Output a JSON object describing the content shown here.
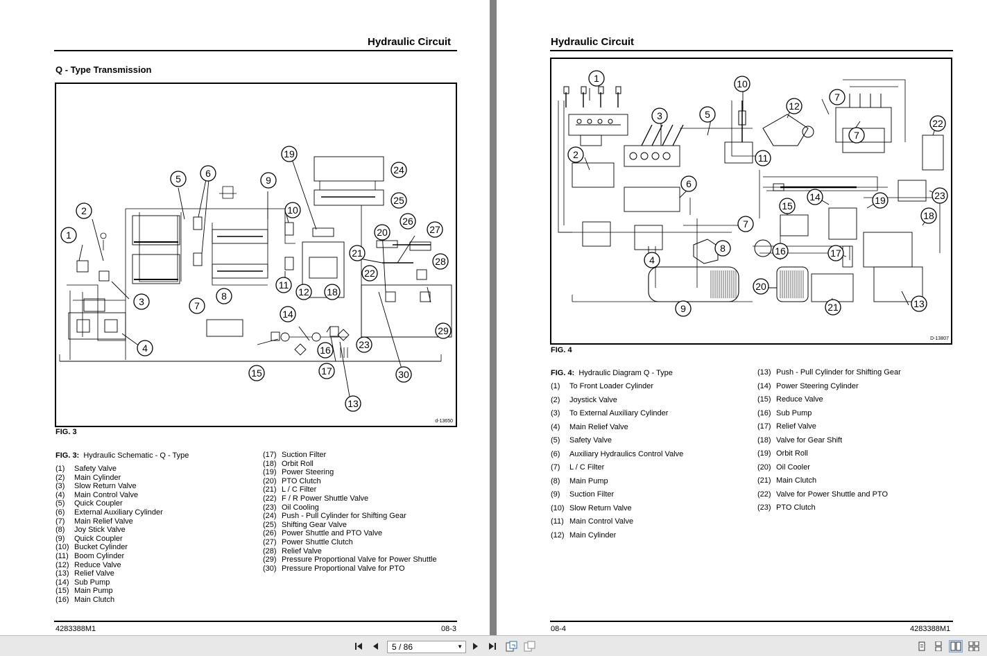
{
  "left_page": {
    "header": "Hydraulic Circuit",
    "subtitle": "Q - Type Transmission",
    "fig_label": "FIG. 3",
    "drawing_ref": "d-13650",
    "caption_label": "FIG. 3:",
    "caption_text": "Hydraulic Schematic - Q - Type",
    "callouts": [
      "1",
      "2",
      "3",
      "4",
      "5",
      "6",
      "7",
      "8",
      "9",
      "10",
      "11",
      "12",
      "13",
      "14",
      "15",
      "16",
      "17",
      "18",
      "19",
      "20",
      "21",
      "22",
      "23",
      "24",
      "25",
      "26",
      "27",
      "28",
      "29",
      "30"
    ],
    "items_col1": [
      {
        "n": "(1)",
        "t": "Safety Valve"
      },
      {
        "n": "(2)",
        "t": "Main Cylinder"
      },
      {
        "n": "(3)",
        "t": "Slow Return Valve"
      },
      {
        "n": "(4)",
        "t": "Main Control Valve"
      },
      {
        "n": "(5)",
        "t": "Quick Coupler"
      },
      {
        "n": "(6)",
        "t": "External Auxiliary Cylinder"
      },
      {
        "n": "(7)",
        "t": "Main Relief Valve"
      },
      {
        "n": "(8)",
        "t": "Joy Stick Valve"
      },
      {
        "n": "(9)",
        "t": "Quick Coupler"
      },
      {
        "n": "(10)",
        "t": "Bucket Cylinder"
      },
      {
        "n": "(11)",
        "t": "Boom Cylinder"
      },
      {
        "n": "(12)",
        "t": "Reduce Valve"
      },
      {
        "n": "(13)",
        "t": "Relief Valve"
      },
      {
        "n": "(14)",
        "t": "Sub Pump"
      },
      {
        "n": "(15)",
        "t": "Main Pump"
      },
      {
        "n": "(16)",
        "t": "Main Clutch"
      }
    ],
    "items_col2": [
      {
        "n": "(17)",
        "t": "Suction Filter"
      },
      {
        "n": "(18)",
        "t": "Orbit Roll"
      },
      {
        "n": "(19)",
        "t": "Power Steering"
      },
      {
        "n": "(20)",
        "t": "PTO Clutch"
      },
      {
        "n": "(21)",
        "t": "L / C Filter"
      },
      {
        "n": "(22)",
        "t": "F / R Power Shuttle Valve"
      },
      {
        "n": "(23)",
        "t": "Oil Cooling"
      },
      {
        "n": "(24)",
        "t": "Push - Pull Cylinder for Shifting Gear"
      },
      {
        "n": "(25)",
        "t": "Shifting Gear Valve"
      },
      {
        "n": "(26)",
        "t": "Power Shuttle and PTO Valve"
      },
      {
        "n": "(27)",
        "t": "Power Shuttle Clutch"
      },
      {
        "n": "(28)",
        "t": "Relief Valve"
      },
      {
        "n": "(29)",
        "t": "Pressure Proportional Valve for Power Shuttle"
      },
      {
        "n": "(30)",
        "t": "Pressure Proportional Valve for PTO"
      }
    ],
    "footer_left": "4283388M1",
    "footer_right": "08-3"
  },
  "right_page": {
    "header": "Hydraulic Circuit",
    "fig_label": "FIG. 4",
    "drawing_ref": "D-13807",
    "caption_label": "FIG. 4:",
    "caption_text": "Hydraulic Diagram Q - Type",
    "items_col1": [
      {
        "n": "(1)",
        "t": "To Front Loader Cylinder"
      },
      {
        "n": "(2)",
        "t": "Joystick Valve"
      },
      {
        "n": "(3)",
        "t": "To External Auxiliary Cylinder"
      },
      {
        "n": "(4)",
        "t": "Main Relief Valve"
      },
      {
        "n": "(5)",
        "t": "Safety Valve"
      },
      {
        "n": "(6)",
        "t": "Auxiliary Hydraulics Control Valve"
      },
      {
        "n": "(7)",
        "t": "L / C Filter"
      },
      {
        "n": "(8)",
        "t": "Main Pump"
      },
      {
        "n": "(9)",
        "t": "Suction Filter"
      },
      {
        "n": "(10)",
        "t": "Slow Return Valve"
      },
      {
        "n": "(11)",
        "t": "Main Control Valve"
      },
      {
        "n": "(12)",
        "t": "Main Cylinder"
      }
    ],
    "items_col2": [
      {
        "n": "(13)",
        "t": "Push - Pull Cylinder for Shifting Gear"
      },
      {
        "n": "(14)",
        "t": "Power Steering Cylinder"
      },
      {
        "n": "(15)",
        "t": "Reduce Valve"
      },
      {
        "n": "(16)",
        "t": "Sub Pump"
      },
      {
        "n": "(17)",
        "t": "Relief Valve"
      },
      {
        "n": "(18)",
        "t": "Valve for Gear Shift"
      },
      {
        "n": "(19)",
        "t": "Orbit Roll"
      },
      {
        "n": "(20)",
        "t": "Oil Cooler"
      },
      {
        "n": "(21)",
        "t": "Main Clutch"
      },
      {
        "n": "(22)",
        "t": "Valve for Power Shuttle and PTO"
      },
      {
        "n": "(23)",
        "t": "PTO Clutch"
      }
    ],
    "callouts": [
      "1",
      "2",
      "3",
      "4",
      "5",
      "6",
      "7",
      "7",
      "8",
      "9",
      "10",
      "11",
      "12",
      "13",
      "14",
      "15",
      "16",
      "17",
      "18",
      "19",
      "20",
      "21",
      "22",
      "23"
    ],
    "footer_left": "08-4",
    "footer_right": "4283388M1"
  },
  "toolbar": {
    "page_indicator": "5 / 86",
    "icons": [
      "first-page-icon",
      "prev-page-icon",
      "next-page-icon",
      "last-page-icon",
      "fit-page-icon",
      "fit-width-icon",
      "single-page-icon",
      "continuous-icon",
      "two-page-icon",
      "two-page-continuous-icon"
    ]
  }
}
